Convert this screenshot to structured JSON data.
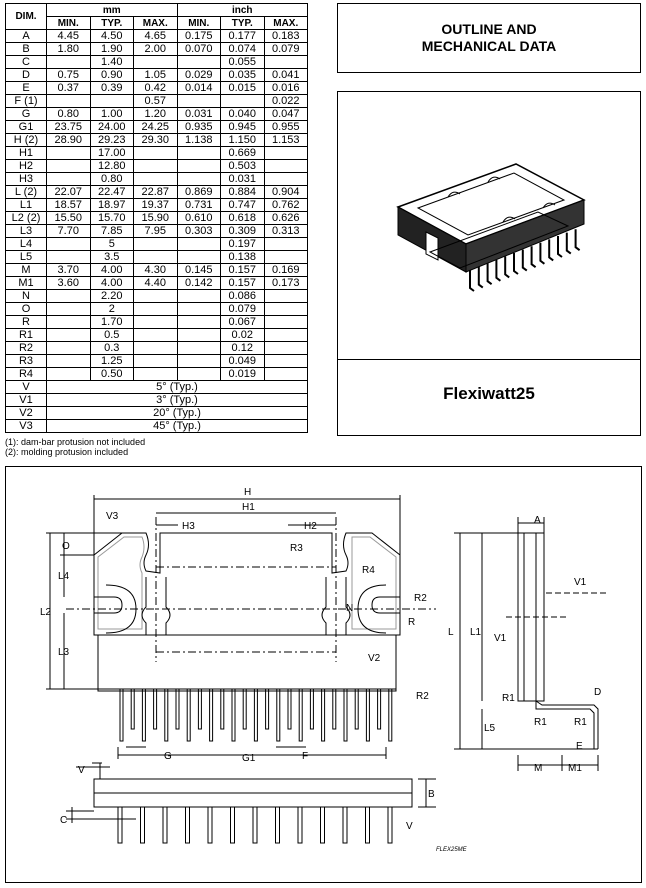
{
  "table": {
    "header_dim": "DIM.",
    "header_mm": "mm",
    "header_inch": "inch",
    "sub_headers": [
      "MIN.",
      "TYP.",
      "MAX.",
      "MIN.",
      "TYP.",
      "MAX."
    ],
    "rows": [
      {
        "name": "A",
        "v": [
          "4.45",
          "4.50",
          "4.65",
          "0.175",
          "0.177",
          "0.183"
        ]
      },
      {
        "name": "B",
        "v": [
          "1.80",
          "1.90",
          "2.00",
          "0.070",
          "0.074",
          "0.079"
        ]
      },
      {
        "name": "C",
        "v": [
          "",
          "1.40",
          "",
          "",
          "0.055",
          ""
        ]
      },
      {
        "name": "D",
        "v": [
          "0.75",
          "0.90",
          "1.05",
          "0.029",
          "0.035",
          "0.041"
        ]
      },
      {
        "name": "E",
        "v": [
          "0.37",
          "0.39",
          "0.42",
          "0.014",
          "0.015",
          "0.016"
        ]
      },
      {
        "name": "F (1)",
        "v": [
          "",
          "",
          "0.57",
          "",
          "",
          "0.022"
        ]
      },
      {
        "name": "G",
        "v": [
          "0.80",
          "1.00",
          "1.20",
          "0.031",
          "0.040",
          "0.047"
        ]
      },
      {
        "name": "G1",
        "v": [
          "23.75",
          "24.00",
          "24.25",
          "0.935",
          "0.945",
          "0.955"
        ]
      },
      {
        "name": "H (2)",
        "v": [
          "28.90",
          "29.23",
          "29.30",
          "1.138",
          "1.150",
          "1.153"
        ]
      },
      {
        "name": "H1",
        "v": [
          "",
          "17.00",
          "",
          "",
          "0.669",
          ""
        ]
      },
      {
        "name": "H2",
        "v": [
          "",
          "12.80",
          "",
          "",
          "0.503",
          ""
        ]
      },
      {
        "name": "H3",
        "v": [
          "",
          "0.80",
          "",
          "",
          "0.031",
          ""
        ]
      },
      {
        "name": "L (2)",
        "v": [
          "22.07",
          "22.47",
          "22.87",
          "0.869",
          "0.884",
          "0.904"
        ]
      },
      {
        "name": "L1",
        "v": [
          "18.57",
          "18.97",
          "19.37",
          "0.731",
          "0.747",
          "0.762"
        ]
      },
      {
        "name": "L2 (2)",
        "v": [
          "15.50",
          "15.70",
          "15.90",
          "0.610",
          "0.618",
          "0.626"
        ]
      },
      {
        "name": "L3",
        "v": [
          "7.70",
          "7.85",
          "7.95",
          "0.303",
          "0.309",
          "0.313"
        ]
      },
      {
        "name": "L4",
        "v": [
          "",
          "5",
          "",
          "",
          "0.197",
          ""
        ]
      },
      {
        "name": "L5",
        "v": [
          "",
          "3.5",
          "",
          "",
          "0.138",
          ""
        ]
      },
      {
        "name": "M",
        "v": [
          "3.70",
          "4.00",
          "4.30",
          "0.145",
          "0.157",
          "0.169"
        ]
      },
      {
        "name": "M1",
        "v": [
          "3.60",
          "4.00",
          "4.40",
          "0.142",
          "0.157",
          "0.173"
        ]
      },
      {
        "name": "N",
        "v": [
          "",
          "2.20",
          "",
          "",
          "0.086",
          ""
        ]
      },
      {
        "name": "O",
        "v": [
          "",
          "2",
          "",
          "",
          "0.079",
          ""
        ]
      },
      {
        "name": "R",
        "v": [
          "",
          "1.70",
          "",
          "",
          "0.067",
          ""
        ]
      },
      {
        "name": "R1",
        "v": [
          "",
          "0.5",
          "",
          "",
          "0.02",
          ""
        ]
      },
      {
        "name": "R2",
        "v": [
          "",
          "0.3",
          "",
          "",
          "0.12",
          ""
        ]
      },
      {
        "name": "R3",
        "v": [
          "",
          "1.25",
          "",
          "",
          "0.049",
          ""
        ]
      },
      {
        "name": "R4",
        "v": [
          "",
          "0.50",
          "",
          "",
          "0.019",
          ""
        ]
      }
    ],
    "angle_rows": [
      {
        "name": "V",
        "value": "5° (Typ.)"
      },
      {
        "name": "V1",
        "value": "3° (Typ.)"
      },
      {
        "name": "V2",
        "value": "20° (Typ.)"
      },
      {
        "name": "V3",
        "value": "45° (Typ.)"
      }
    ]
  },
  "notes": [
    "(1): dam-bar protusion not included",
    "(2): molding protusion included"
  ],
  "title": {
    "line1": "OUTLINE AND",
    "line2": "MECHANICAL DATA"
  },
  "package_name": "Flexiwatt25",
  "drawing": {
    "labels": {
      "H": "H",
      "H1": "H1",
      "H2": "H2",
      "H3": "H3",
      "V3": "V3",
      "O": "O",
      "L4": "L4",
      "L2": "L2",
      "L3": "L3",
      "R3": "R3",
      "R4": "R4",
      "R2": "R2",
      "N": "N",
      "R": "R",
      "V2": "V2",
      "G": "G",
      "G1": "G1",
      "F": "F",
      "A": "A",
      "V1": "V1",
      "L": "L",
      "L1": "L1",
      "L5": "L5",
      "R1": "R1",
      "D": "D",
      "E": "E",
      "M": "M",
      "M1": "M1",
      "V": "V",
      "B": "B",
      "C": "C"
    },
    "ref": "FLEX25ME"
  }
}
